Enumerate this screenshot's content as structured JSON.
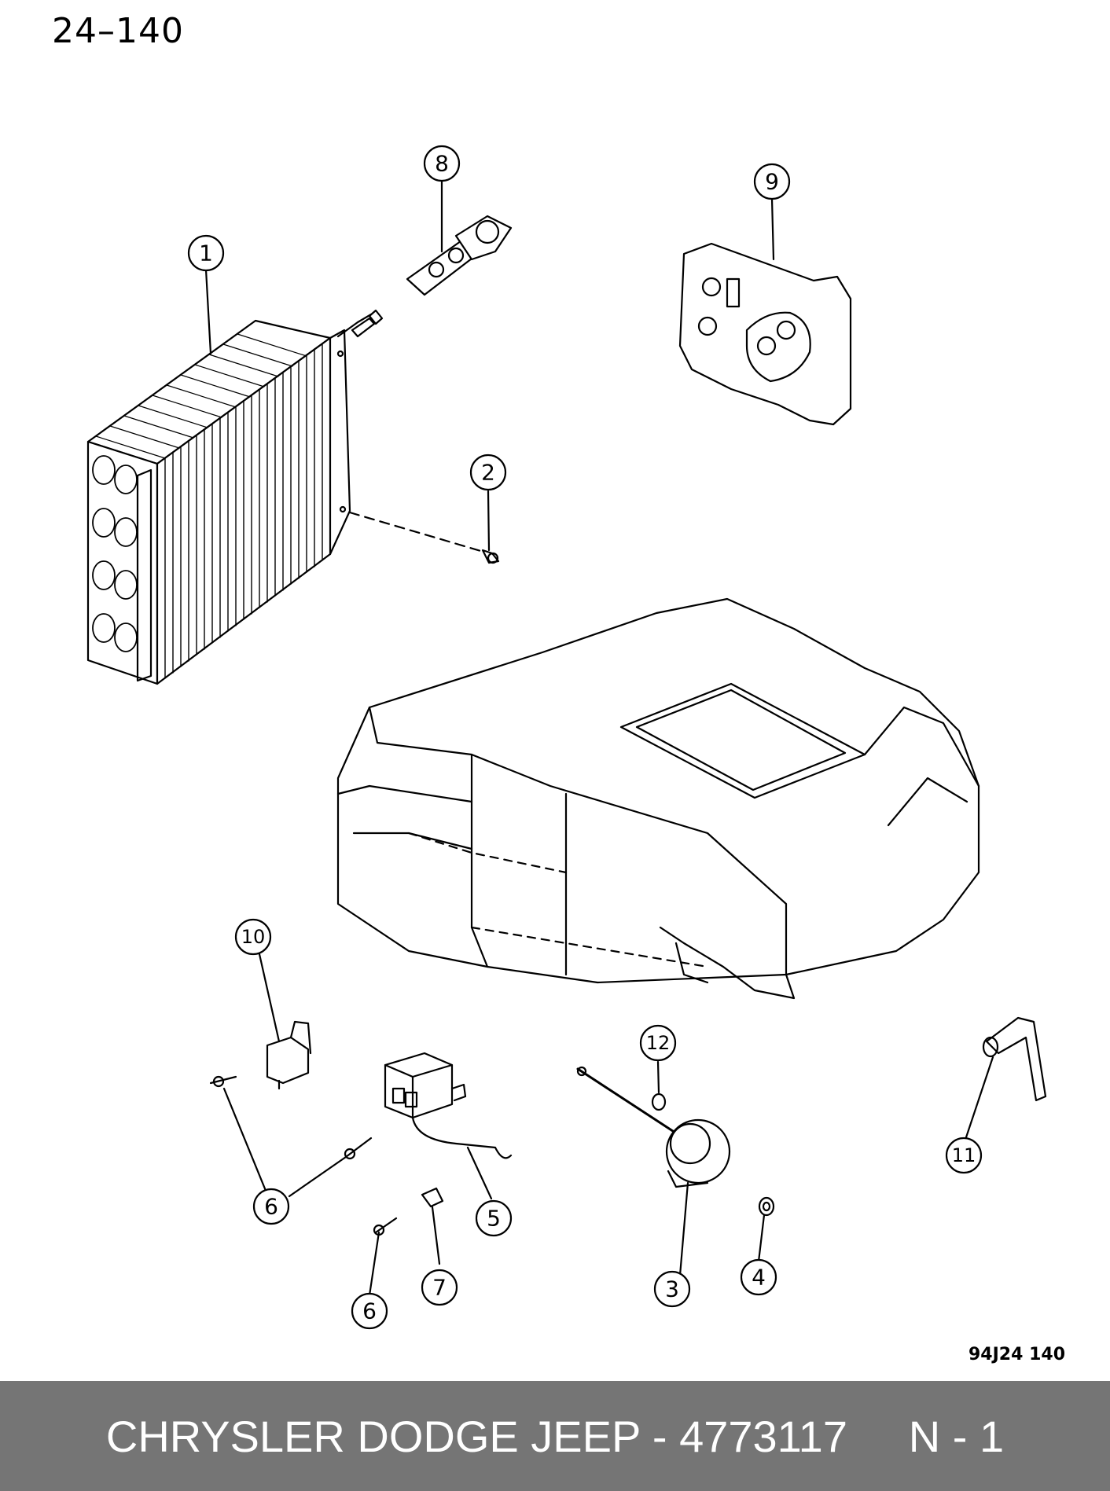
{
  "page_number": "24–140",
  "figure_code": "94J24  140",
  "callouts": [
    "1",
    "2",
    "3",
    "4",
    "5",
    "6",
    "6",
    "7",
    "8",
    "9",
    "10",
    "11",
    "12"
  ],
  "footer": {
    "text": "CHRYSLER DODGE JEEP - 4773117     N - 1",
    "background": "#757575",
    "color": "#ffffff"
  }
}
